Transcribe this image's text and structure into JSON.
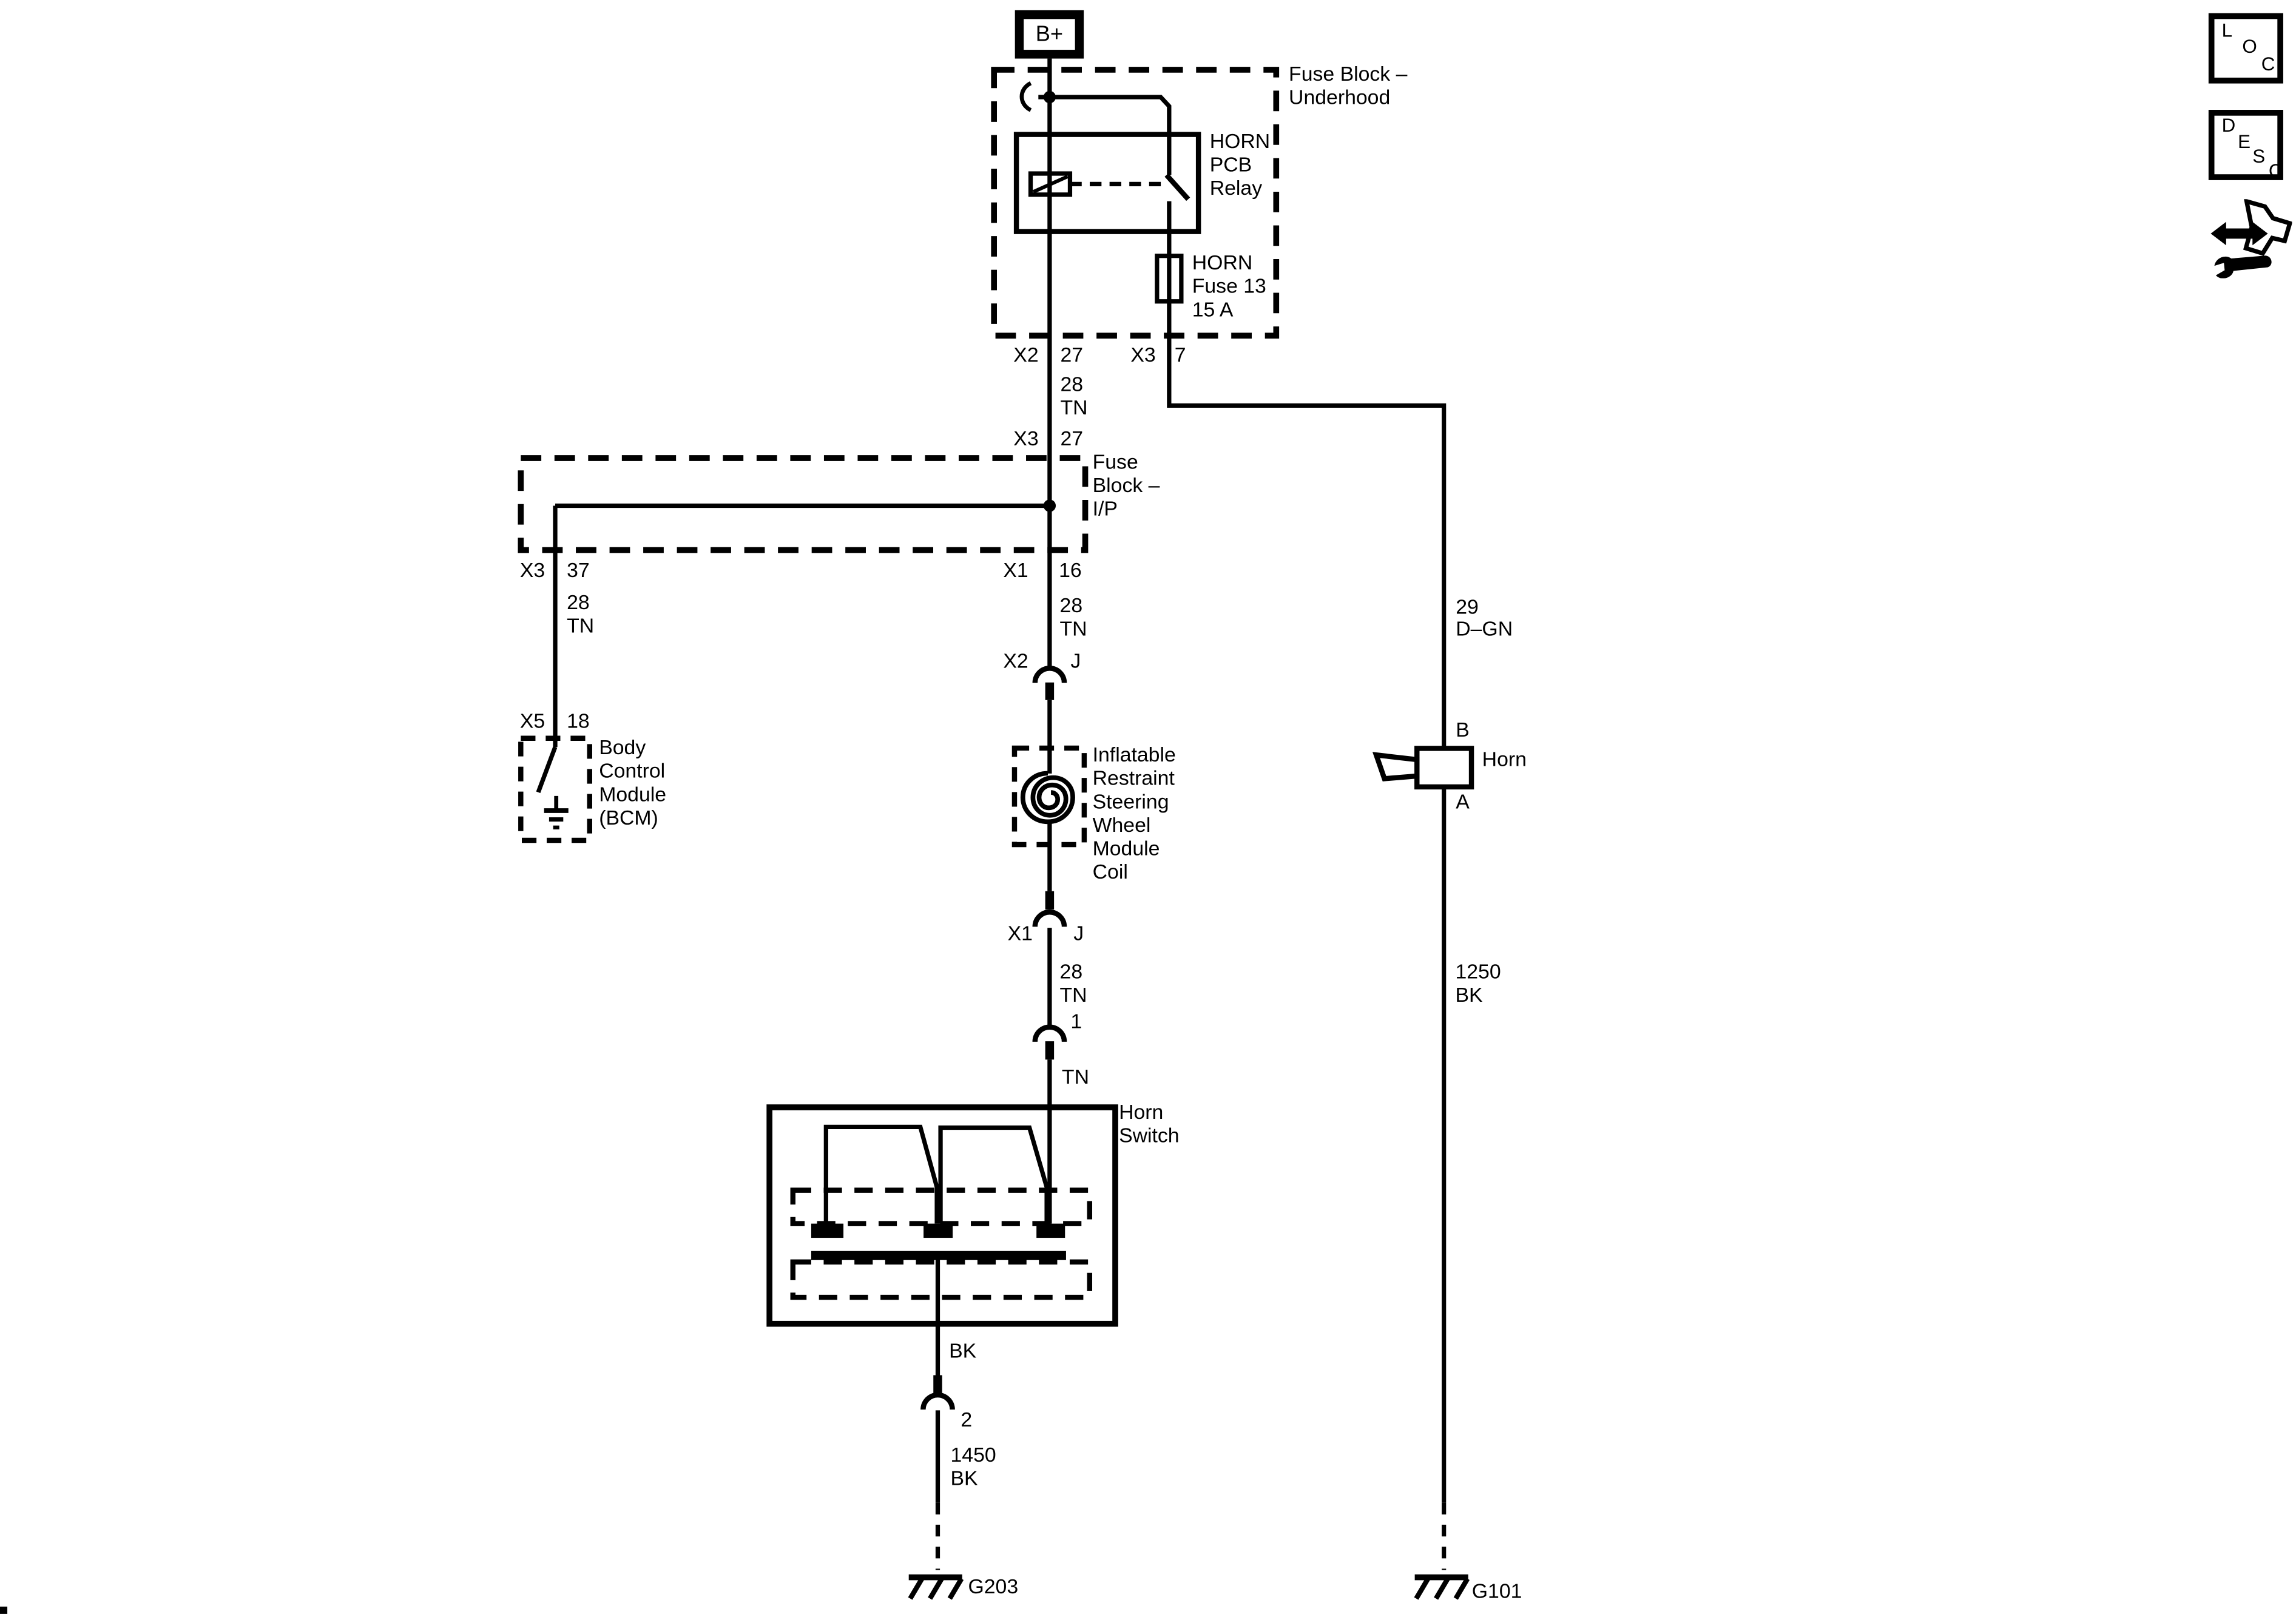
{
  "labels": {
    "b_plus": "B+",
    "fuse_block_underhood": [
      "Fuse Block –",
      "Underhood"
    ],
    "horn_pcb_relay": [
      "HORN",
      "PCB",
      "Relay"
    ],
    "horn_fuse": [
      "HORN",
      "Fuse 13",
      "15 A"
    ],
    "fuse_block_ip": [
      "Fuse",
      "Block –",
      "I/P"
    ],
    "bcm": [
      "Body",
      "Control",
      "Module",
      "(BCM)"
    ],
    "clockspring": [
      "Inflatable",
      "Restraint",
      "Steering",
      "Wheel",
      "Module",
      "Coil"
    ],
    "horn_switch": [
      "Horn",
      "Switch"
    ],
    "horn": "Horn",
    "ground_left": "G203",
    "ground_right": "G101"
  },
  "pins": {
    "x2_27": {
      "connector": "X2",
      "pin": "27"
    },
    "x3_7": {
      "connector": "X3",
      "pin": "7"
    },
    "x3_27": {
      "connector": "X3",
      "pin": "27"
    },
    "x3_37": {
      "connector": "X3",
      "pin": "37"
    },
    "x1_16": {
      "connector": "X1",
      "pin": "16"
    },
    "x5_18": {
      "connector": "X5",
      "pin": "18"
    },
    "x2_j": {
      "connector": "X2",
      "pin": "J"
    },
    "x1_j": {
      "connector": "X1",
      "pin": "J"
    },
    "inline_1": "1",
    "inline_2": "2",
    "horn_b": "B",
    "horn_a": "A"
  },
  "wires": {
    "seg_28tn_top": [
      "28",
      "TN"
    ],
    "seg_28tn_left": [
      "28",
      "TN"
    ],
    "seg_28tn_mid": [
      "28",
      "TN"
    ],
    "seg_28tn_low": [
      "28",
      "TN"
    ],
    "seg_tn": "TN",
    "seg_29dgn": [
      "29",
      "D–GN"
    ],
    "seg_1250bk": [
      "1250",
      "BK"
    ],
    "seg_bk": "BK",
    "seg_1450bk": [
      "1450",
      "BK"
    ]
  },
  "corner_buttons": {
    "loc_letters": [
      "L",
      "O",
      "C"
    ],
    "desc_letters": [
      "D",
      "E",
      "S",
      "C"
    ]
  },
  "colors": {
    "line": "#000000",
    "background": "#ffffff"
  }
}
